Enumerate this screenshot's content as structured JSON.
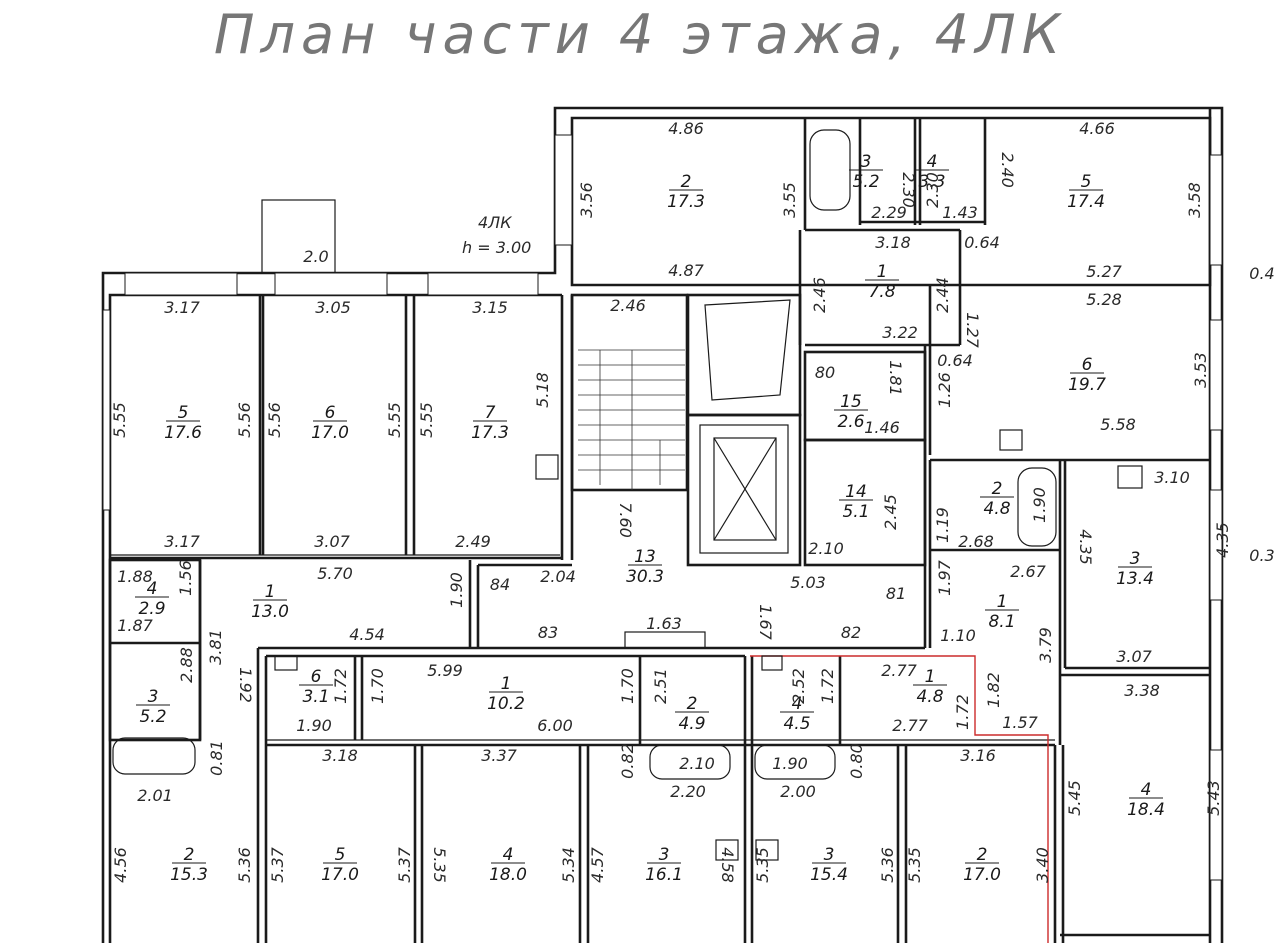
{
  "title": "План части 4 этажа, 4ЛК",
  "block": {
    "code": "4ЛК",
    "height": "h = 3.00"
  },
  "rooms": [
    {
      "num": "2",
      "area": "17.3"
    },
    {
      "num": "3",
      "area": "5.2"
    },
    {
      "num": "4",
      "area": "3.3"
    },
    {
      "num": "5",
      "area": "17.4"
    },
    {
      "num": "1",
      "area": "7.8"
    },
    {
      "num": "6",
      "area": "19.7"
    },
    {
      "num": "15",
      "area": "2.6"
    },
    {
      "num": "14",
      "area": "5.1"
    },
    {
      "num": "13",
      "area": "30.3"
    },
    {
      "num": "5",
      "area": "17.6"
    },
    {
      "num": "6",
      "area": "17.0"
    },
    {
      "num": "7",
      "area": "17.3"
    },
    {
      "num": "1",
      "area": "13.0"
    },
    {
      "num": "4",
      "area": "2.9"
    },
    {
      "num": "3",
      "area": "5.2"
    },
    {
      "num": "6",
      "area": "3.1"
    },
    {
      "num": "1",
      "area": "10.2"
    },
    {
      "num": "2",
      "area": "4.9"
    },
    {
      "num": "4",
      "area": "4.5"
    },
    {
      "num": "1",
      "area": "4.8"
    },
    {
      "num": "2",
      "area": "4.8"
    },
    {
      "num": "3",
      "area": "13.4"
    },
    {
      "num": "1",
      "area": "8.1"
    },
    {
      "num": "4",
      "area": "18.4"
    },
    {
      "num": "2",
      "area": "15.3"
    },
    {
      "num": "5",
      "area": "17.0"
    },
    {
      "num": "4",
      "area": "18.0"
    },
    {
      "num": "3",
      "area": "16.1"
    },
    {
      "num": "3",
      "area": "15.4"
    },
    {
      "num": "2",
      "area": "17.0"
    }
  ],
  "dimensions": [
    "4.86",
    "3.56",
    "3.55",
    "4.87",
    "2.30",
    "2.29",
    "2.30",
    "1.43",
    "2.40",
    "4.66",
    "3.58",
    "5.27",
    "0.4",
    "3.18",
    "0.64",
    "2.46",
    "2.44",
    "5.28",
    "3.22",
    "1.27",
    "0.64",
    "3.53",
    "5.58",
    "2.46",
    "80",
    "1.81",
    "1.26",
    "1.46",
    "2.0",
    "3.17",
    "3.05",
    "3.15",
    "5.18",
    "5.55",
    "5.56",
    "5.56",
    "5.55",
    "5.55",
    "7.60",
    "2.45",
    "2.10",
    "3.17",
    "3.07",
    "2.49",
    "5.70",
    "1.88",
    "1.56",
    "1.87",
    "1.90",
    "84",
    "2.04",
    "5.03",
    "81",
    "1.97",
    "1.19",
    "2.68",
    "2.67",
    "1.90",
    "3.10",
    "4.35",
    "4.35",
    "0.3",
    "4.54",
    "83",
    "1.63",
    "1.67",
    "82",
    "1.10",
    "3.79",
    "3.07",
    "2.88",
    "3.81",
    "1.92",
    "1.72",
    "1.70",
    "5.99",
    "1.70",
    "2.51",
    "2.52",
    "1.72",
    "2.77",
    "1.72",
    "1.82",
    "3.38",
    "1.90",
    "6.00",
    "2.77",
    "1.57",
    "0.81",
    "3.18",
    "3.37",
    "0.82",
    "2.10",
    "1.90",
    "0.80",
    "3.16",
    "2.01",
    "2.20",
    "2.00",
    "5.45",
    "5.43",
    "4.56",
    "5.36",
    "5.37",
    "5.37",
    "5.35",
    "5.34",
    "4.57",
    "4.58",
    "5.35",
    "5.36",
    "5.35",
    "3.40"
  ]
}
